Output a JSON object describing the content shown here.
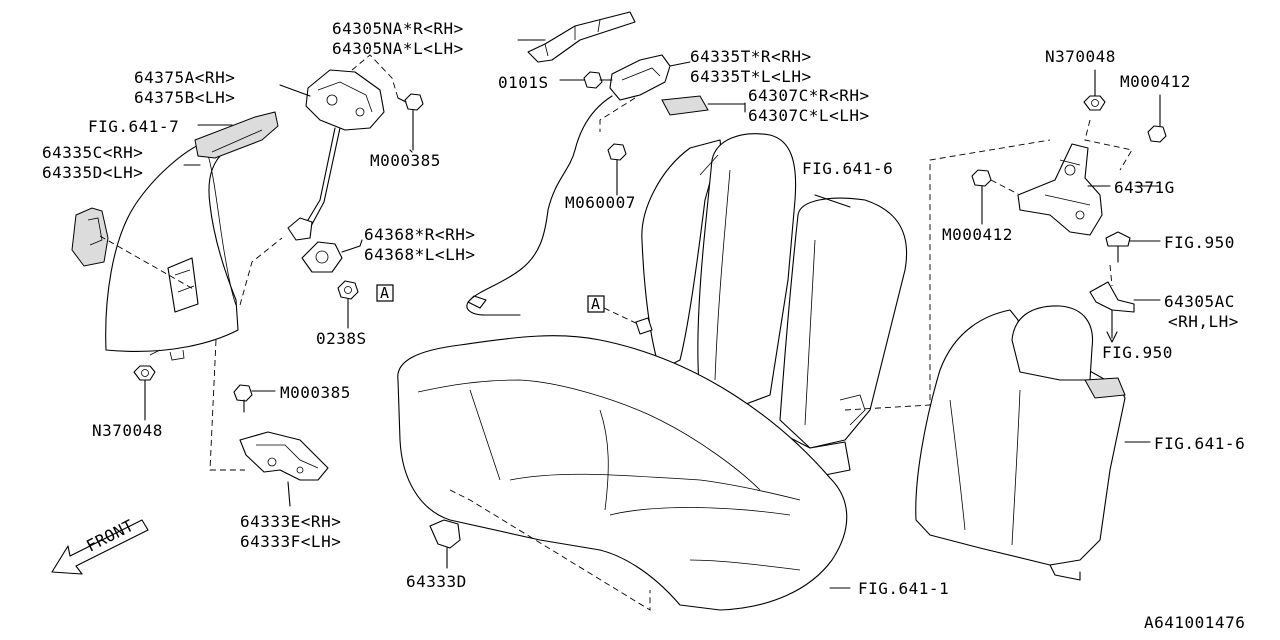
{
  "diagram": {
    "labels": {
      "p64305NA_R": "64305NA*R<RH>",
      "p64305NA_L": "64305NA*L<LH>",
      "p64375A": "64375A<RH>",
      "p64375B": "64375B<LH>",
      "fig641_7": "FIG.641-7",
      "p64335C": "64335C<RH>",
      "p64335D": "64335D<LH>",
      "p0101S": "0101S",
      "p64335T_R": "64335T*R<RH>",
      "p64335T_L": "64335T*L<LH>",
      "p64307C_R": "64307C*R<RH>",
      "p64307C_L": "64307C*L<LH>",
      "m000385_top": "M000385",
      "m060007": "M060007",
      "fig641_6_top": "FIG.641-6",
      "n370048_top": "N370048",
      "m000412_top": "M000412",
      "p64371G": "64371G",
      "m000412_left": "M000412",
      "fig950_top": "FIG.950",
      "p64305AC": "64305AC",
      "p64305AC_side": "<RH,LH>",
      "fig950_bottom": "FIG.950",
      "p64368_R": "64368*R<RH>",
      "p64368_L": "64368*L<LH>",
      "ref_a_left": "A",
      "ref_a_center": "A",
      "p0238S": "0238S",
      "n370048_bottom": "N370048",
      "m000385_bottom": "M000385",
      "p64333E": "64333E<RH>",
      "p64333F": "64333F<LH>",
      "p64333D": "64333D",
      "fig641_1": "FIG.641-1",
      "fig641_6_right": "FIG.641-6",
      "front": "FRONT",
      "diagram_id": "A641001476"
    }
  }
}
